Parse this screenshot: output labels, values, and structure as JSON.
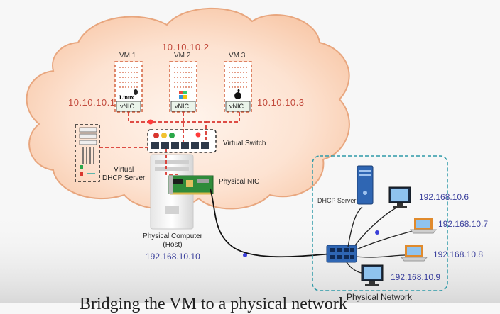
{
  "vms": [
    {
      "name": "VM 1",
      "os_label": "Linux",
      "nic_label": "vNIC",
      "os_icon": "linux-icon"
    },
    {
      "name": "VM 2",
      "os_label": "",
      "nic_label": "vNIC",
      "os_icon": "windows-icon"
    },
    {
      "name": "VM 3",
      "os_label": "",
      "nic_label": "vNIC",
      "os_icon": "apple-icon"
    }
  ],
  "vm_ips": [
    "10.10.10.1",
    "10.10.10.2",
    "10.10.10.3"
  ],
  "virtual_switch_label": "Virtual Switch",
  "virtual_dhcp_label": "Virtual\nDHCP Server",
  "physical_nic_label": "Physical NIC",
  "host": {
    "label": "Physical Computer\n(Host)",
    "ip": "192.168.10.10"
  },
  "physical_network": {
    "label": "Physical Network",
    "dhcp_server_label": "DHCP Server",
    "device_ips": [
      "192.168.10.6",
      "192.168.10.7",
      "192.168.10.8",
      "192.168.10.9"
    ]
  },
  "caption": "Bridging the VM to a physical network",
  "colors": {
    "cloud_fill": "#fcd9c4",
    "cloud_stroke": "#e8a67e",
    "vm_dash": "#d4623f",
    "red_link": "#d9362f",
    "physical_border": "#2e9aa8",
    "ip_red": "#c24a3c",
    "ip_blue": "#3a3f9c"
  }
}
